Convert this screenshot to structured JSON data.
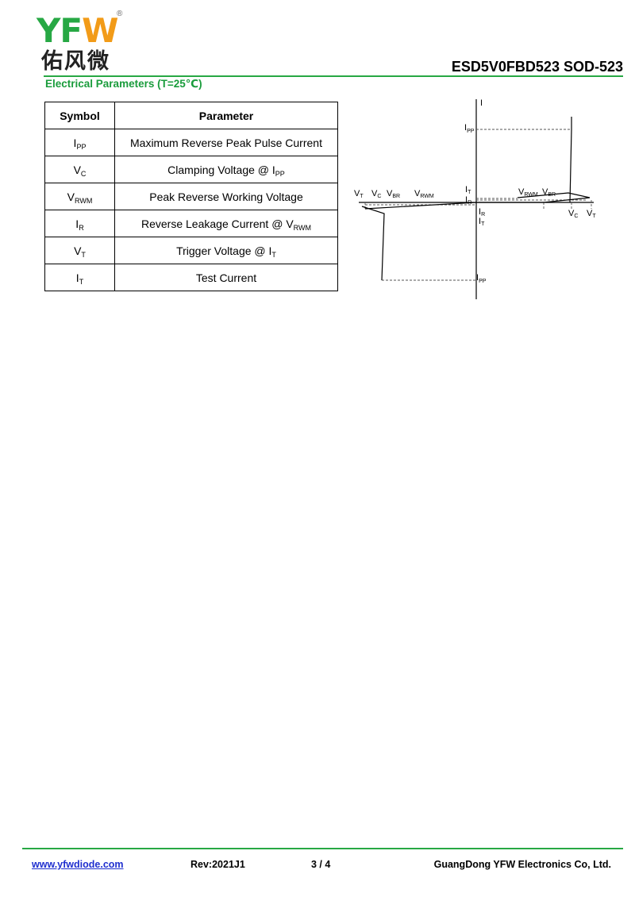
{
  "header": {
    "logo_text": "YFW",
    "logo_cn": "佑风微",
    "doc_title": "ESD5V0FBD523 SOD-523"
  },
  "section": {
    "title": "Electrical Parameters (T=25℃)"
  },
  "table": {
    "headers": [
      "Symbol",
      "Parameter"
    ],
    "rows": [
      {
        "symbol": {
          "base": "I",
          "sub": "PP"
        },
        "parameter": {
          "text": "Maximum Reverse Peak Pulse Current",
          "base": "",
          "sub": ""
        }
      },
      {
        "symbol": {
          "base": "V",
          "sub": "C"
        },
        "parameter": {
          "text": "Clamping Voltage @ ",
          "base": "I",
          "sub": "PP"
        }
      },
      {
        "symbol": {
          "base": "V",
          "sub": "RWM"
        },
        "parameter": {
          "text": "Peak Reverse Working Voltage",
          "base": "",
          "sub": ""
        }
      },
      {
        "symbol": {
          "base": "I",
          "sub": "R"
        },
        "parameter": {
          "text": "Reverse Leakage Current @ ",
          "base": "V",
          "sub": "RWM"
        }
      },
      {
        "symbol": {
          "base": "V",
          "sub": "T"
        },
        "parameter": {
          "text": "Trigger Voltage @ ",
          "base": "I",
          "sub": "T"
        }
      },
      {
        "symbol": {
          "base": "I",
          "sub": "T"
        },
        "parameter": {
          "text": "Test Current",
          "base": "",
          "sub": ""
        }
      }
    ]
  },
  "diagram": {
    "axis_label": "I",
    "labels": {
      "ipp": {
        "base": "I",
        "sub": "PP"
      },
      "vt": {
        "base": "V",
        "sub": "T"
      },
      "vc": {
        "base": "V",
        "sub": "C"
      },
      "vbr": {
        "base": "V",
        "sub": "BR"
      },
      "vrwm": {
        "base": "V",
        "sub": "RWM"
      },
      "it": {
        "base": "I",
        "sub": "T"
      },
      "ir": {
        "base": "I",
        "sub": "R"
      }
    }
  },
  "footer": {
    "url": "www.yfwdiode.com",
    "rev": "Rev:2021J1",
    "page": "3 / 4",
    "company": "GuangDong YFW Electronics Co, Ltd."
  }
}
